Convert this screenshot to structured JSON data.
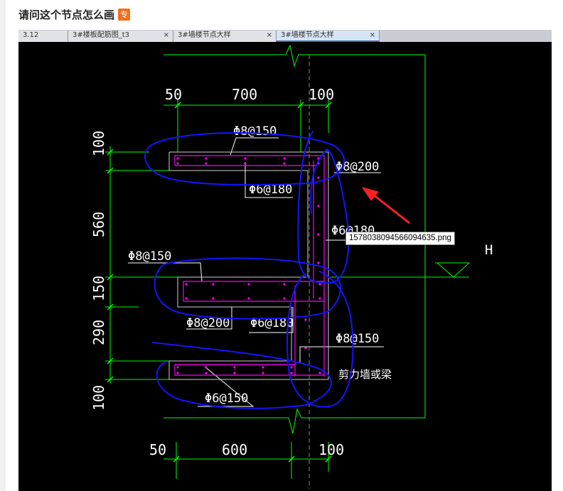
{
  "post": {
    "title": "请问这个节点怎么画",
    "badge": "专"
  },
  "tabs": [
    {
      "label": "3.12",
      "active": false
    },
    {
      "label": "3#楼板配筋图_t3",
      "active": false
    },
    {
      "label": "3#墙楼节点大样",
      "active": false
    },
    {
      "label": "3#墙楼节点大样",
      "active": true
    }
  ],
  "drawing": {
    "dims_top": [
      "50",
      "700",
      "100"
    ],
    "dims_bottom": [
      "50",
      "600",
      "100"
    ],
    "dims_left": [
      "100",
      "560",
      "150",
      "290",
      "100"
    ],
    "rebar_labels": [
      "Φ8@150",
      "Φ8@200",
      "Φ6@180",
      "Φ6@180",
      "Φ8@150",
      "Φ8@200",
      "Φ6@180",
      "Φ8@150",
      "Φ6@150"
    ],
    "level_mark": "H",
    "note": "剪力墙或梁",
    "colors": {
      "dims": "#00ff00",
      "text": "#ffffff",
      "rebar": "#ff00ff",
      "markup": "#1414ff",
      "arrow": "#ff2020"
    }
  },
  "tooltip": {
    "filename": "1578038094566094635.png"
  }
}
